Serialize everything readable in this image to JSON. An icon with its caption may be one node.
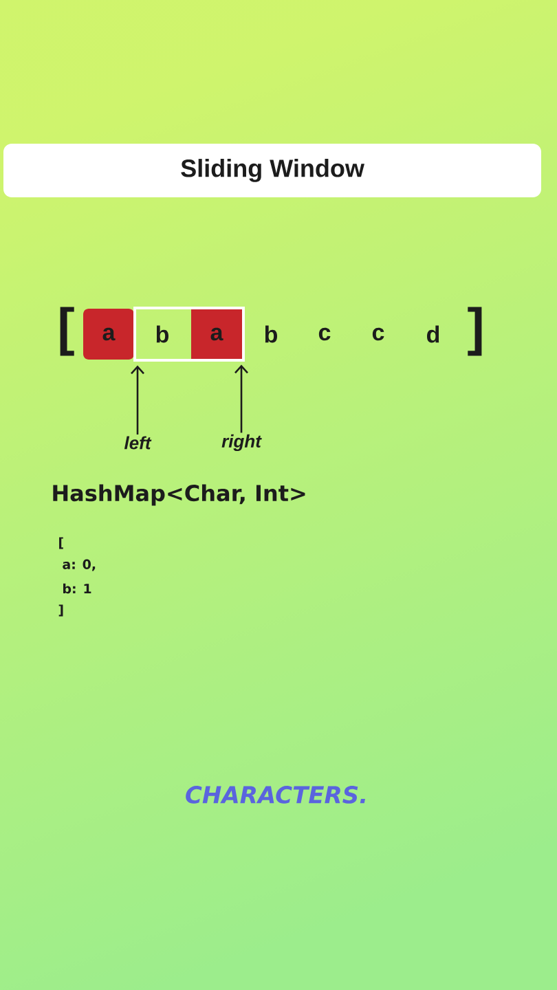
{
  "diagram": {
    "title": "Sliding Window",
    "nodes": [
      {
        "text": [
          "a"
        ]
      },
      {
        "text": [],
        "shape": "box"
      },
      {
        "text": [
          "b"
        ],
        "in": 1
      },
      {
        "text": [
          "a"
        ],
        "in": 1
      },
      {
        "text": [
          "b"
        ]
      },
      {
        "text": [
          "c"
        ]
      },
      {
        "text": [
          "c"
        ]
      },
      {
        "text": [
          "d"
        ]
      },
      {
        "text": [
          "left"
        ]
      },
      {
        "text": [
          "right"
        ]
      }
    ],
    "edges": [
      {
        "from": 8,
        "to": 2,
        "arrow": "to"
      },
      {
        "from": 9,
        "to": 3,
        "arrow": "to"
      }
    ],
    "labels": [
      "[",
      "]",
      "HashMap<Char, Int>",
      "[",
      "a: 0,",
      "b: 1",
      "]",
      "CHARACTERS."
    ]
  }
}
